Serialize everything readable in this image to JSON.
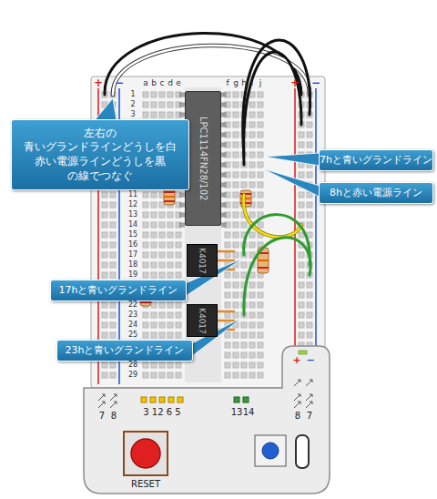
{
  "diagram": {
    "nodes": [
      {
        "text": [
          "LPC1114FN28/102"
        ]
      },
      {
        "text": [
          "左右の 青いグランドラインどうしを白 赤い電源ラインどうしを黒 の線でつなぐ"
        ]
      },
      {
        "text": [
          "7hと青いグランドライン"
        ]
      },
      {
        "text": [
          "8hと赤い電源ライン"
        ]
      },
      {
        "text": [
          "K4017"
        ]
      },
      {
        "text": [
          "17hと青いグランドライン"
        ]
      },
      {
        "text": [
          "K4017"
        ]
      },
      {
        "text": [
          "23hと青いグランドライン"
        ]
      }
    ],
    "labels": [
      "+",
      "−",
      "+",
      "−",
      "a",
      "b",
      "c",
      "d",
      "e",
      "f",
      "g",
      "h",
      "i",
      "j",
      "1",
      "2",
      "3",
      "11",
      "12",
      "13",
      "14",
      "15",
      "16",
      "17",
      "18",
      "19",
      "22",
      "23",
      "24",
      "25",
      "28",
      "29",
      "+",
      "−",
      "7",
      "8",
      "3 12 6 5",
      "13",
      "14",
      "8",
      "7",
      "RESET"
    ]
  }
}
